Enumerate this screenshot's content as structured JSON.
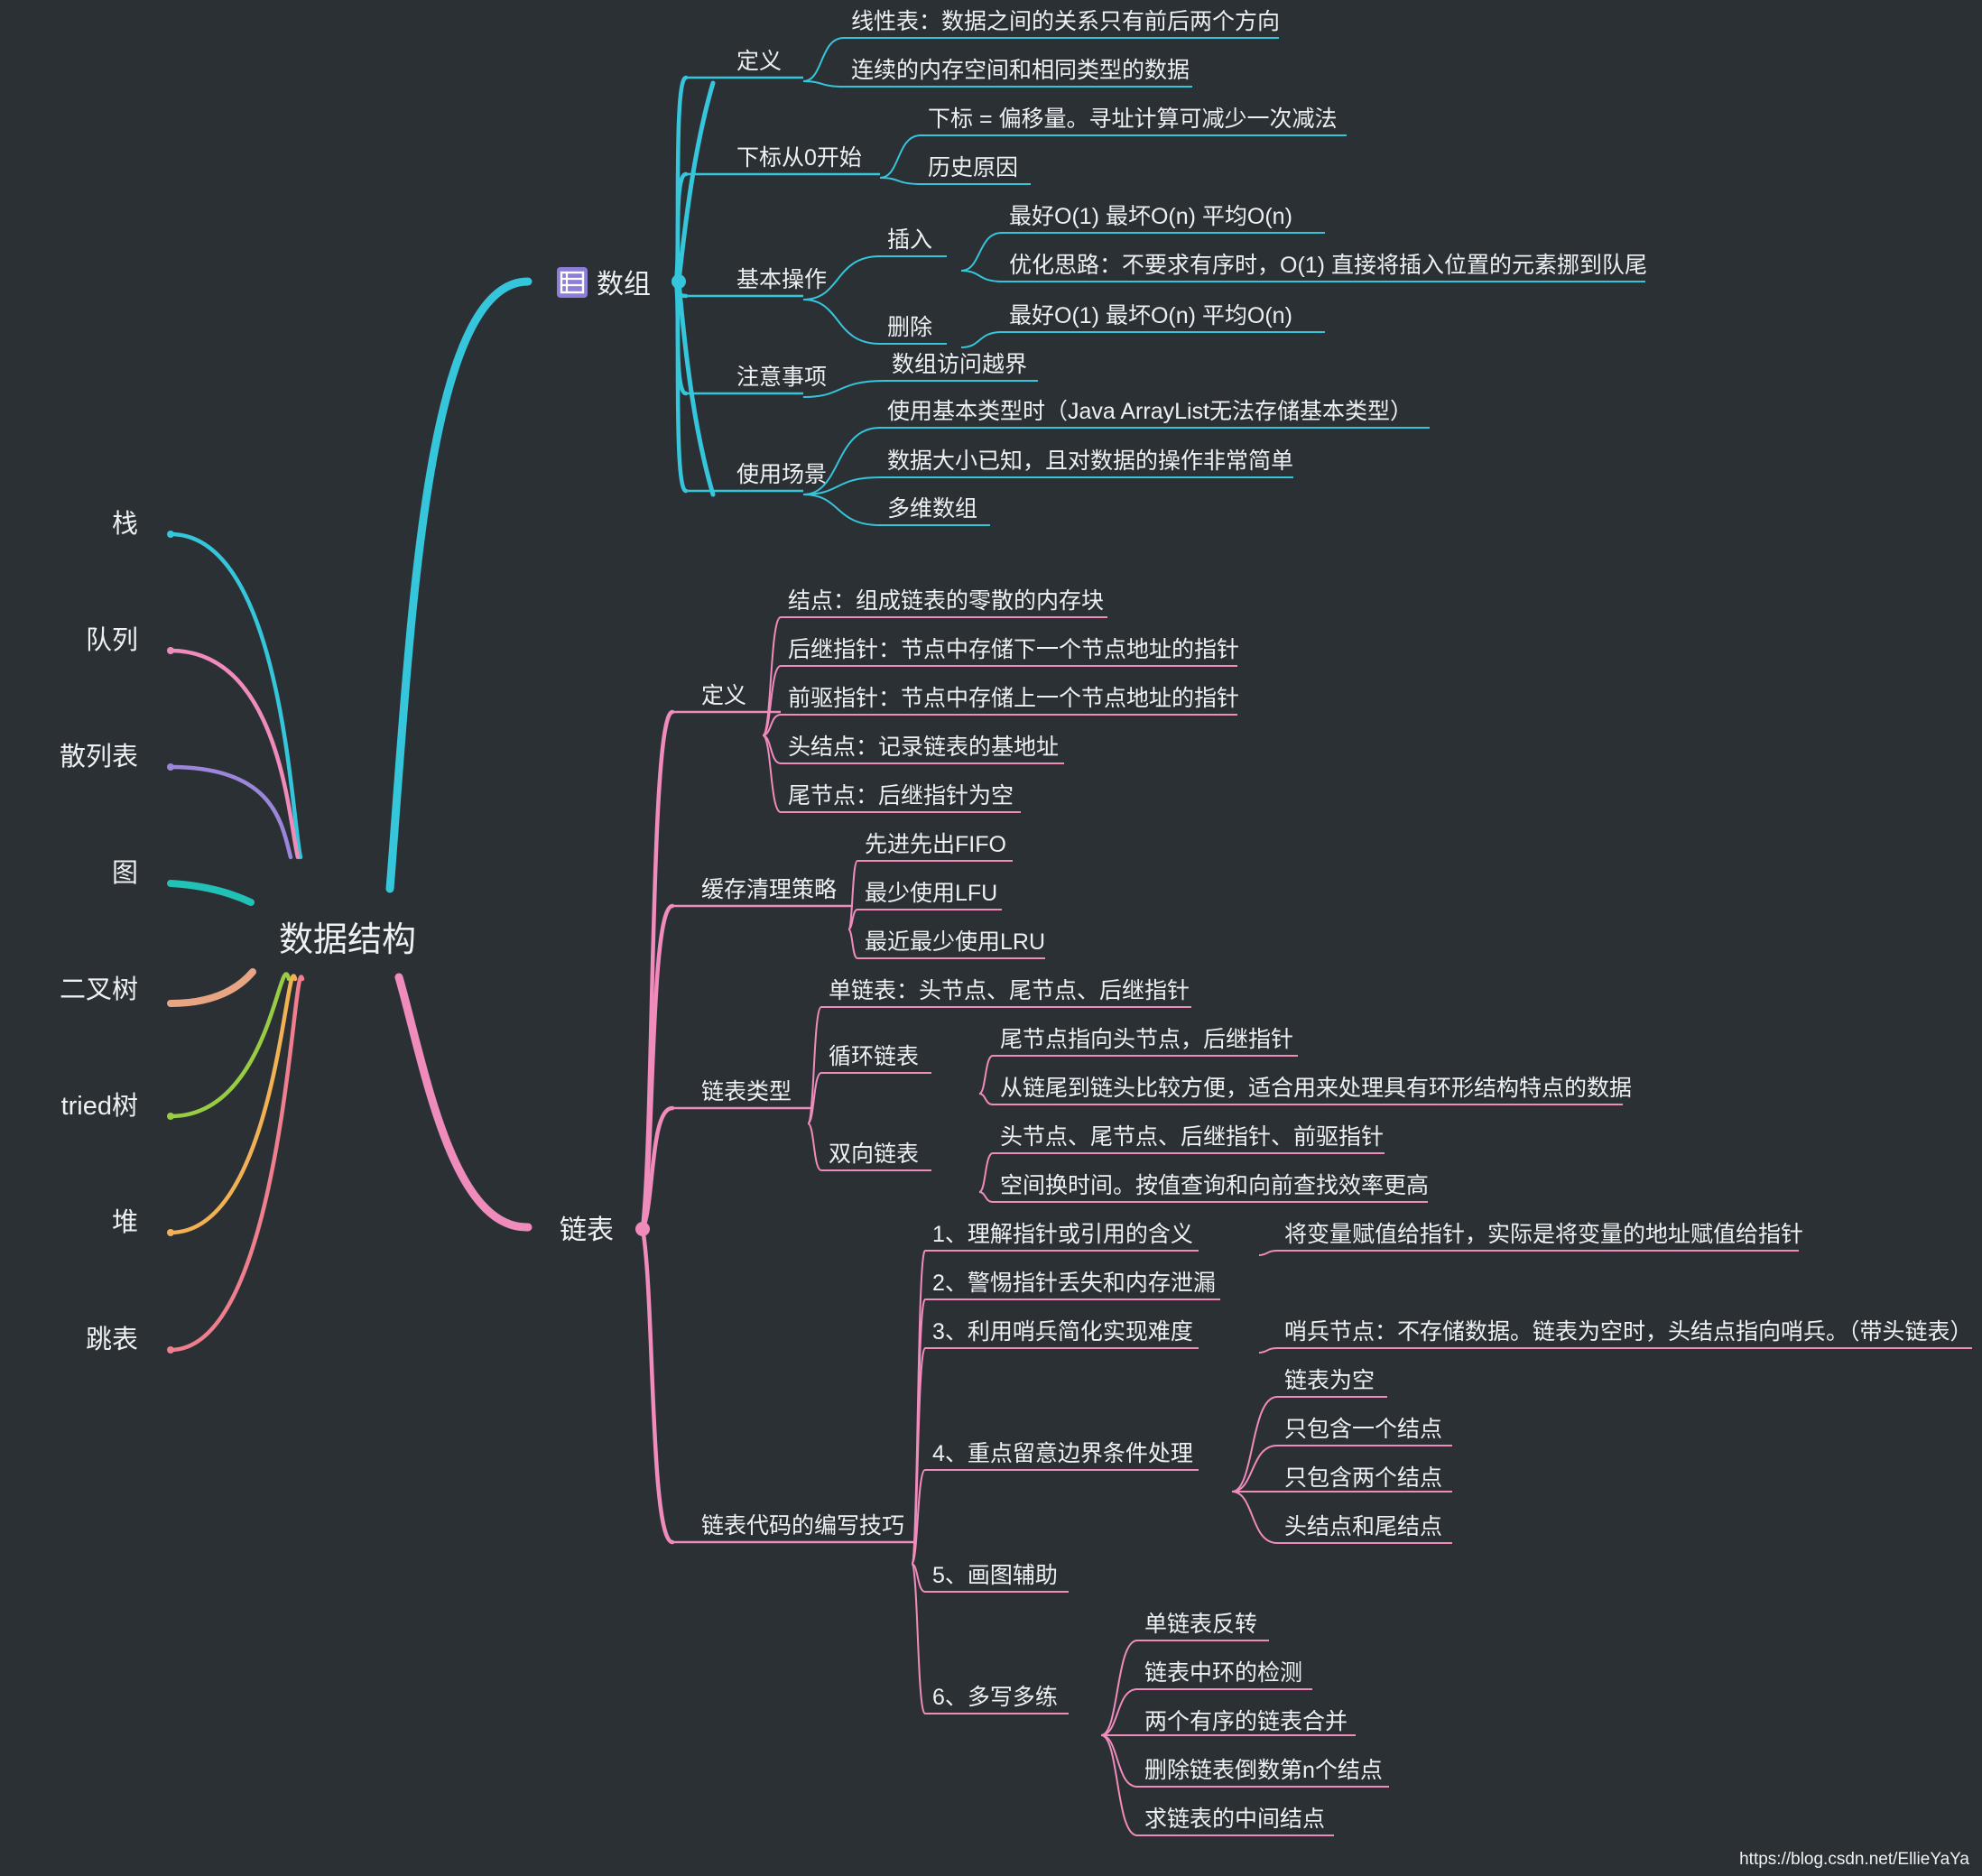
{
  "root": "数据结构",
  "left_branches": [
    {
      "label": "栈",
      "color": "#35c6dc"
    },
    {
      "label": "队列",
      "color": "#f08cbc"
    },
    {
      "label": "散列表",
      "color": "#9c86dc"
    },
    {
      "label": "图",
      "color": "#21c1b5"
    },
    {
      "label": "二叉树",
      "color": "#e8a583"
    },
    {
      "label": "tried树",
      "color": "#98cc44"
    },
    {
      "label": "堆",
      "color": "#f1b155"
    },
    {
      "label": "跳表",
      "color": "#ef7e8e"
    }
  ],
  "array": {
    "label": "数组",
    "icon": "table-icon",
    "color": "#35c6dc",
    "icon_color": "#8c7ed8",
    "children": [
      {
        "label": "定义",
        "children": [
          {
            "label": "线性表：数据之间的关系只有前后两个方向"
          },
          {
            "label": "连续的内存空间和相同类型的数据"
          }
        ]
      },
      {
        "label": "下标从0开始",
        "children": [
          {
            "label": "下标 = 偏移量。寻址计算可减少一次减法"
          },
          {
            "label": "历史原因"
          }
        ]
      },
      {
        "label": "基本操作",
        "children": [
          {
            "label": "插入",
            "children": [
              {
                "label": "最好O(1) 最坏O(n)  平均O(n)"
              },
              {
                "label": "优化思路：不要求有序时，O(1) 直接将插入位置的元素挪到队尾"
              }
            ]
          },
          {
            "label": "删除",
            "children": [
              {
                "label": "最好O(1) 最坏O(n)  平均O(n)"
              }
            ]
          }
        ]
      },
      {
        "label": "注意事项",
        "children": [
          {
            "label": "数组访问越界"
          }
        ]
      },
      {
        "label": "使用场景",
        "children": [
          {
            "label": "使用基本类型时（Java ArrayList无法存储基本类型）"
          },
          {
            "label": "数据大小已知，且对数据的操作非常简单"
          },
          {
            "label": "多维数组"
          }
        ]
      }
    ]
  },
  "linkedlist": {
    "label": "链表",
    "color": "#f08cbc",
    "children": [
      {
        "label": "定义",
        "children": [
          {
            "label": "结点：组成链表的零散的内存块"
          },
          {
            "label": "后继指针：节点中存储下一个节点地址的指针"
          },
          {
            "label": "前驱指针：节点中存储上一个节点地址的指针"
          },
          {
            "label": "头结点：记录链表的基地址"
          },
          {
            "label": "尾节点：后继指针为空"
          }
        ]
      },
      {
        "label": "缓存清理策略",
        "children": [
          {
            "label": "先进先出FIFO"
          },
          {
            "label": "最少使用LFU"
          },
          {
            "label": "最近最少使用LRU"
          }
        ]
      },
      {
        "label": "链表类型",
        "children": [
          {
            "label": "单链表：头节点、尾节点、后继指针"
          },
          {
            "label": "循环链表",
            "children": [
              {
                "label": "尾节点指向头节点，后继指针"
              },
              {
                "label": "从链尾到链头比较方便，适合用来处理具有环形结构特点的数据"
              }
            ]
          },
          {
            "label": "双向链表",
            "children": [
              {
                "label": "头节点、尾节点、后继指针、前驱指针"
              },
              {
                "label": "空间换时间。按值查询和向前查找效率更高"
              }
            ]
          }
        ]
      },
      {
        "label": "链表代码的编写技巧",
        "children": [
          {
            "label": "1、理解指针或引用的含义",
            "children": [
              {
                "label": "将变量赋值给指针，实际是将变量的地址赋值给指针"
              }
            ]
          },
          {
            "label": "2、警惕指针丢失和内存泄漏"
          },
          {
            "label": "3、利用哨兵简化实现难度",
            "children": [
              {
                "label": "哨兵节点：不存储数据。链表为空时，头结点指向哨兵。（带头链表）"
              }
            ]
          },
          {
            "label": "4、重点留意边界条件处理",
            "children": [
              {
                "label": "链表为空"
              },
              {
                "label": "只包含一个结点"
              },
              {
                "label": "只包含两个结点"
              },
              {
                "label": "头结点和尾结点"
              }
            ]
          },
          {
            "label": "5、画图辅助"
          },
          {
            "label": "6、多写多练",
            "children": [
              {
                "label": "单链表反转"
              },
              {
                "label": "链表中环的检测"
              },
              {
                "label": "两个有序的链表合并"
              },
              {
                "label": "删除链表倒数第n个结点"
              },
              {
                "label": "求链表的中间结点"
              }
            ]
          }
        ]
      }
    ]
  },
  "watermark": "https://blog.csdn.net/EllieYaYa"
}
